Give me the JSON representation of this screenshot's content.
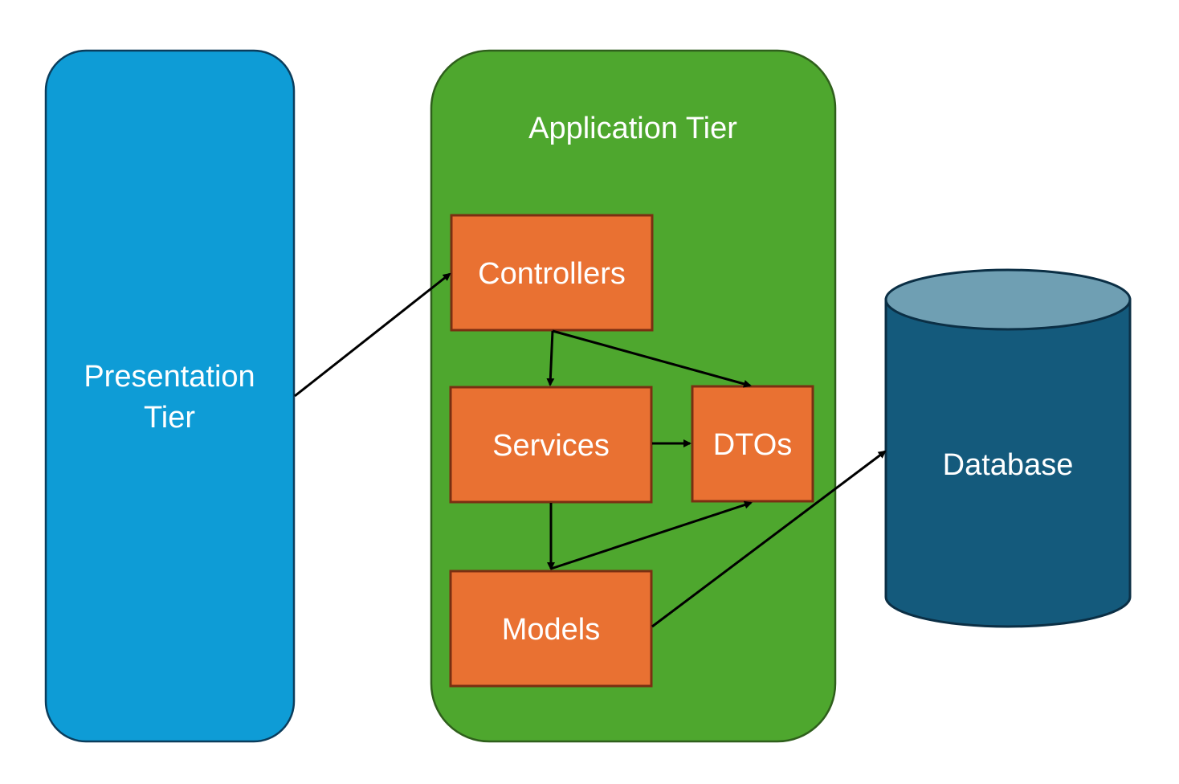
{
  "diagram": {
    "presentation_tier": {
      "label_line1": "Presentation",
      "label_line2": "Tier",
      "color": "#0E9CD6"
    },
    "application_tier": {
      "label": "Application Tier",
      "color": "#4EA72E"
    },
    "components": {
      "controllers": "Controllers",
      "services": "Services",
      "dtos": "DTOs",
      "models": "Models",
      "color": "#E97132"
    },
    "database": {
      "label": "Database",
      "body_color": "#145A7C",
      "top_color": "#6F9FB3"
    },
    "connections": [
      {
        "from": "Presentation Tier",
        "to": "Controllers"
      },
      {
        "from": "Controllers",
        "to": "Services"
      },
      {
        "from": "Controllers",
        "to": "DTOs"
      },
      {
        "from": "Services",
        "to": "DTOs"
      },
      {
        "from": "Services",
        "to": "Models"
      },
      {
        "from": "Models",
        "to": "DTOs"
      },
      {
        "from": "Models",
        "to": "Database"
      }
    ]
  }
}
